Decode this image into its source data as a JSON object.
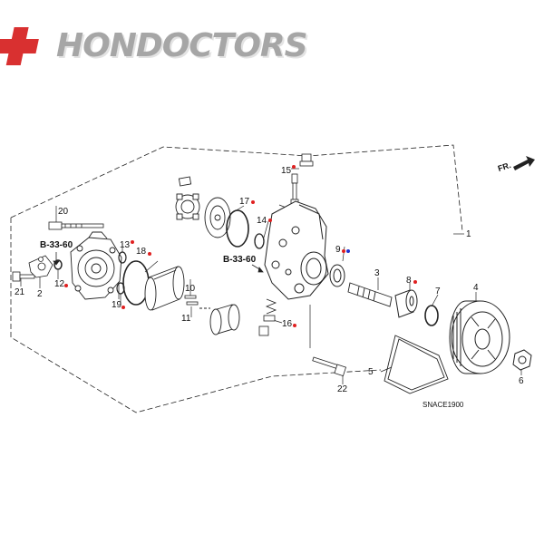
{
  "logo": {
    "text": "HONDOCTORS",
    "cross_color": "#d93030",
    "text_color": "#a6a6a6"
  },
  "direction_label": "FR.",
  "diagram_code": "SNACE1900",
  "references": [
    "B-33-60",
    "B-33-60"
  ],
  "callouts": [
    "1",
    "2",
    "3",
    "4",
    "5",
    "6",
    "7",
    "8",
    "9",
    "10",
    "11",
    "12",
    "13",
    "14",
    "15",
    "16",
    "17",
    "18",
    "19",
    "20",
    "21",
    "22"
  ],
  "marker_colors": {
    "red": "#e02020",
    "blue": "#2030d0"
  }
}
